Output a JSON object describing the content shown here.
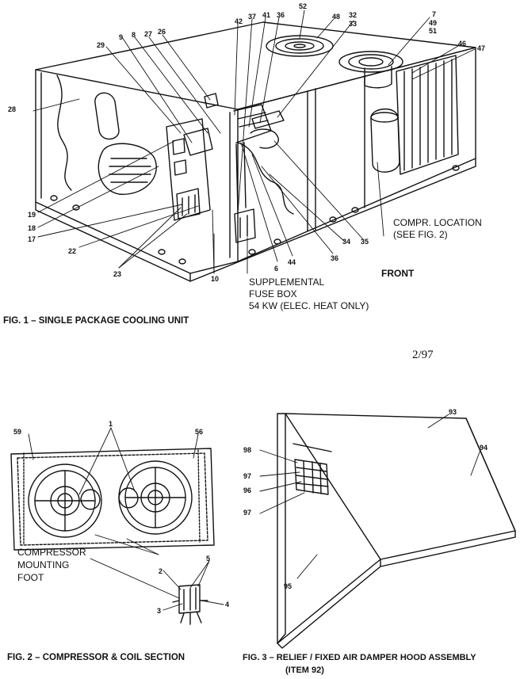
{
  "fig1": {
    "caption": "FIG. 1 – SINGLE PACKAGE COOLING UNIT",
    "callouts": {
      "c52": "52",
      "c48a": "48",
      "c32": "32",
      "c33": "33",
      "c7": "7",
      "c49": "49",
      "c51": "51",
      "c42": "42",
      "c37": "37",
      "c41": "41",
      "c36a": "36",
      "c29": "29",
      "c9": "9",
      "c8": "8",
      "c27": "27",
      "c26": "26",
      "c46": "46",
      "c47": "47",
      "c28": "28",
      "c19": "19",
      "c18": "18",
      "c17": "17",
      "c22": "22",
      "c23": "23",
      "c10": "10",
      "c6": "6",
      "c44": "44",
      "c36b": "36",
      "c34": "34",
      "c35": "35"
    },
    "compr_location": "COMPR. LOCATION",
    "see_fig2": "(SEE FIG. 2)",
    "front": "FRONT",
    "supplemental": "SUPPLEMENTAL",
    "fuse_box": "FUSE BOX",
    "elec_heat": "54 KW (ELEC. HEAT ONLY)"
  },
  "date_stamp": "2/97",
  "fig2": {
    "caption": "FIG. 2 – COMPRESSOR & COIL SECTION",
    "callouts": {
      "c59": "59",
      "c56": "56",
      "c1": "1",
      "c2": "2",
      "c5": "5",
      "c3": "3",
      "c4": "4"
    },
    "mount_line1": "COMPRESSOR",
    "mount_line2": "MOUNTING",
    "mount_line3": "FOOT"
  },
  "fig3": {
    "caption": "FIG. 3 –  RELIEF / FIXED AIR DAMPER HOOD ASSEMBLY",
    "caption_line2": "(ITEM 92)",
    "callouts": {
      "c93": "93",
      "c94": "94",
      "c98": "98",
      "c97a": "97",
      "c96": "96",
      "c97b": "97",
      "c95": "95"
    }
  }
}
